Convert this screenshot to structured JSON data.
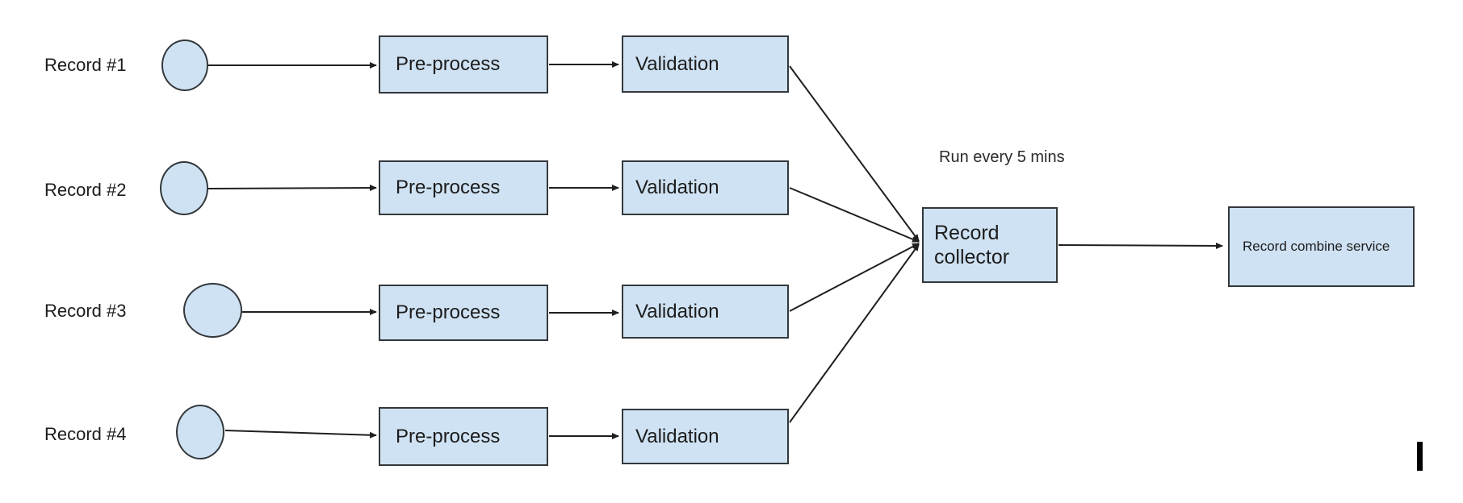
{
  "colors": {
    "background": "#ffffff",
    "node_fill": "#cfe2f3",
    "node_border": "#33383c",
    "connector": "#1f1f1f",
    "text": "#1c1c1c"
  },
  "annotation": {
    "text": "Run every 5 mins"
  },
  "rows": [
    {
      "record_label": "Record #1",
      "preprocess_label": "Pre-process",
      "validation_label": "Validation"
    },
    {
      "record_label": "Record #2",
      "preprocess_label": "Pre-process",
      "validation_label": "Validation"
    },
    {
      "record_label": "Record #3",
      "preprocess_label": "Pre-process",
      "validation_label": "Validation"
    },
    {
      "record_label": "Record #4",
      "preprocess_label": "Pre-process",
      "validation_label": "Validation"
    }
  ],
  "collector": {
    "label": "Record collector"
  },
  "combine_service": {
    "label": "Record combine service"
  }
}
